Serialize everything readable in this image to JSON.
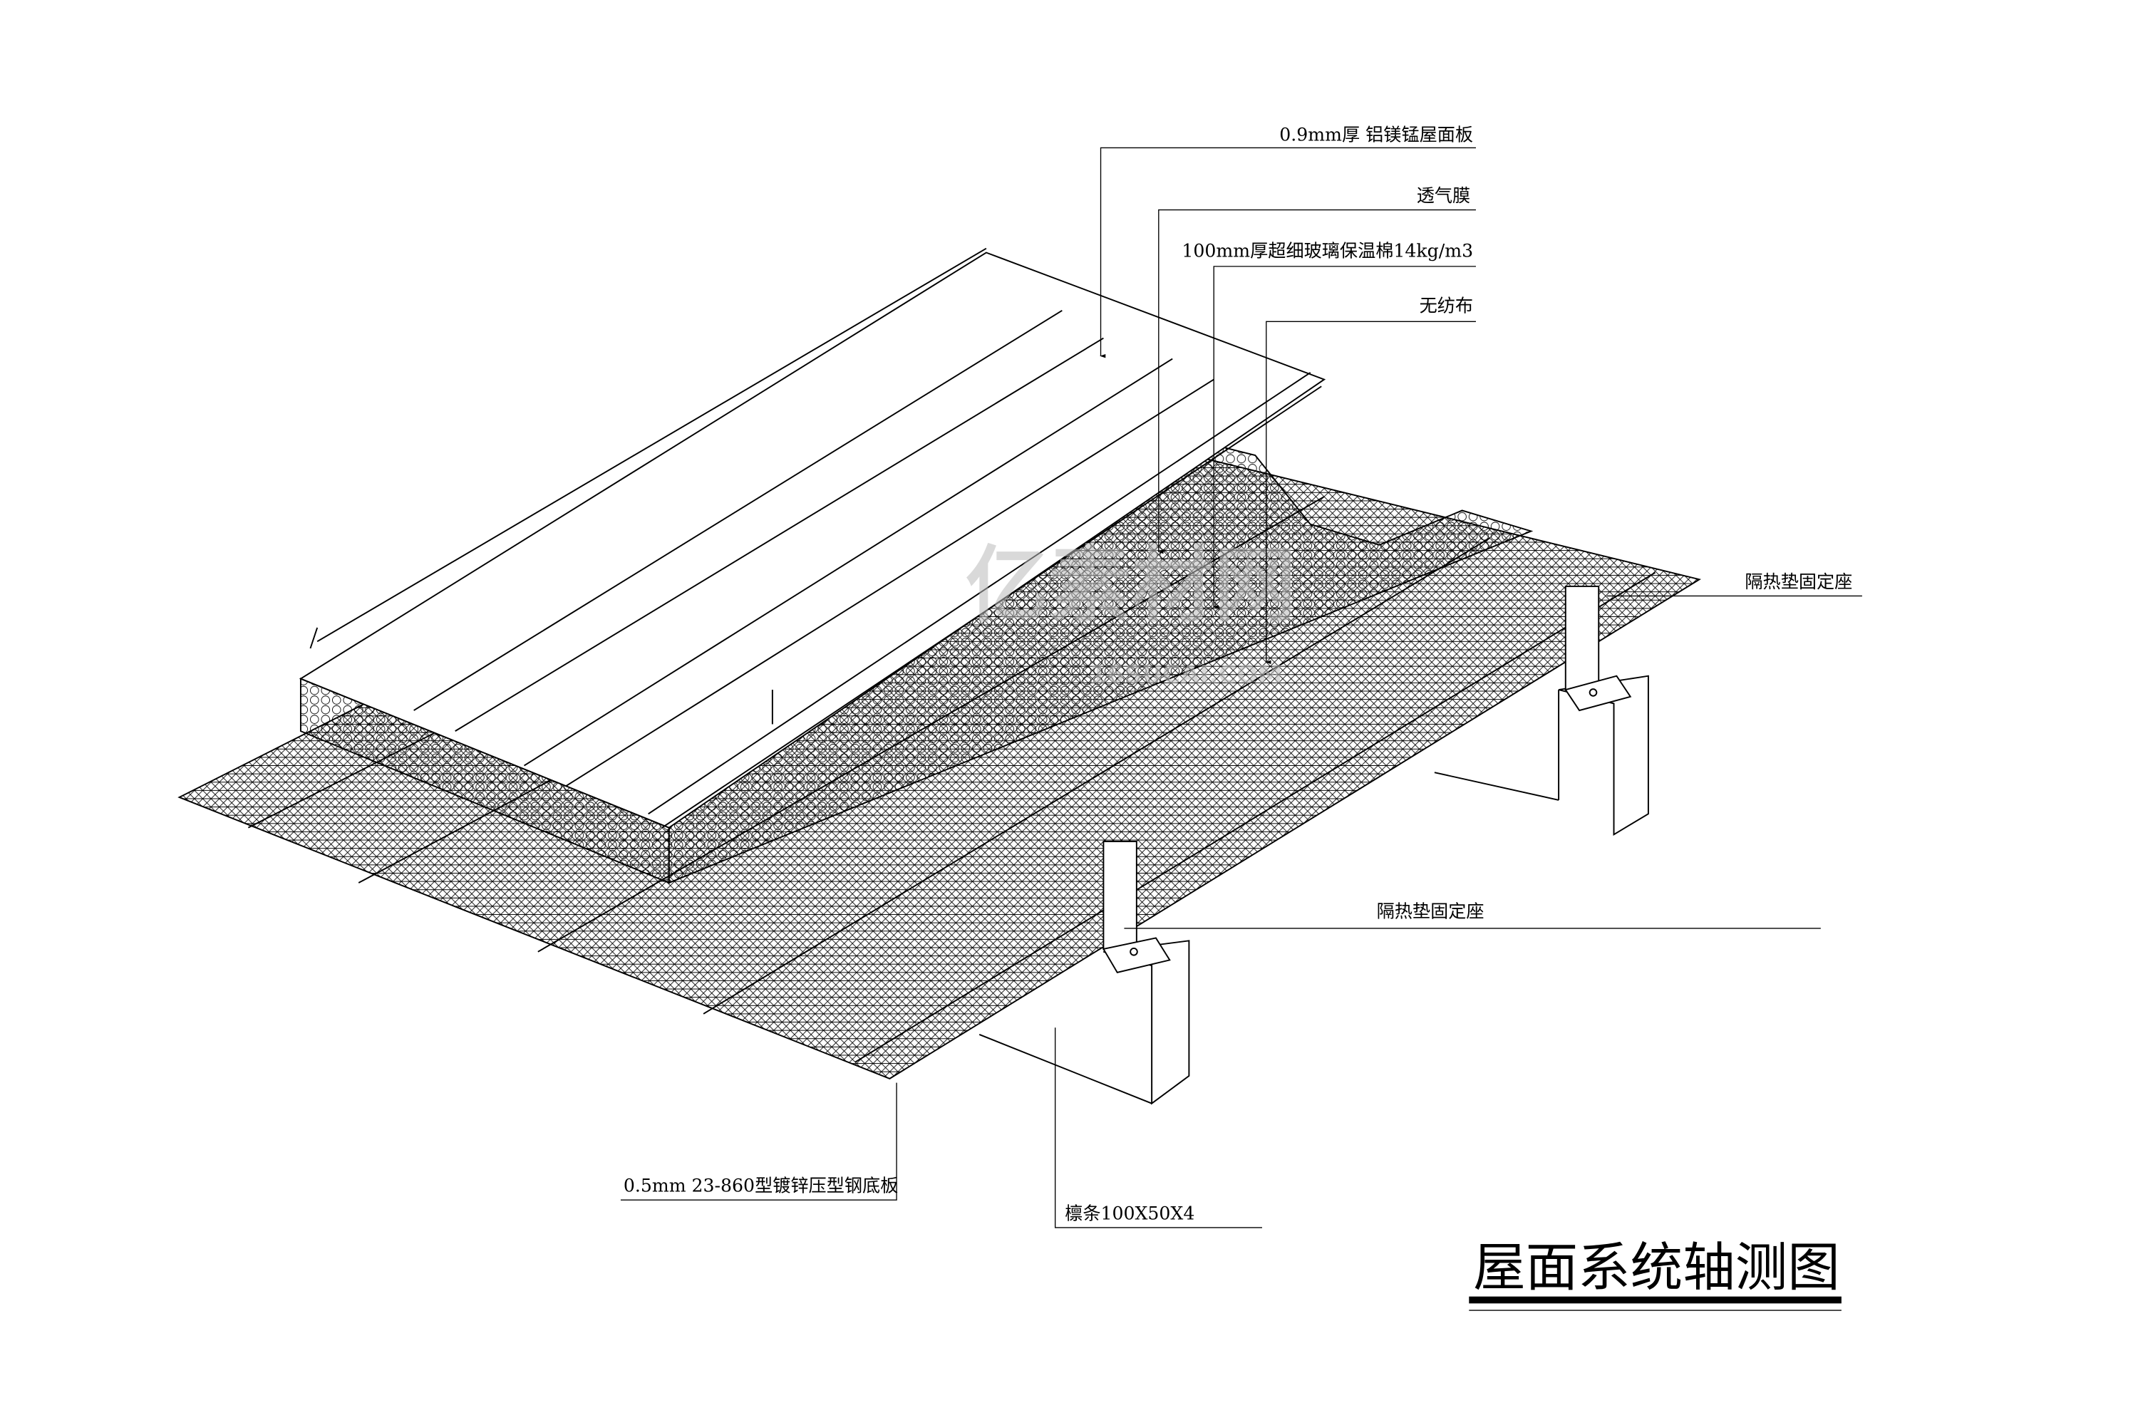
{
  "drawing": {
    "title": "屋面系统轴测图",
    "labels": {
      "roof_panel": "0.9mm厚 铝镁锰屋面板",
      "breathable_membrane": "透气膜",
      "insulation": "100mm厚超细玻璃保温棉14kg/m3",
      "non_woven": "无纺布",
      "bracket_right": "隔热垫固定座",
      "bracket_middle": "隔热垫固定座",
      "deck": "0.5mm 23-860型镀锌压型钢底板",
      "purlin": "檩条100X50X4"
    },
    "watermark": {
      "brand": "亿素材网",
      "url": "16SUCAI.COM"
    }
  }
}
